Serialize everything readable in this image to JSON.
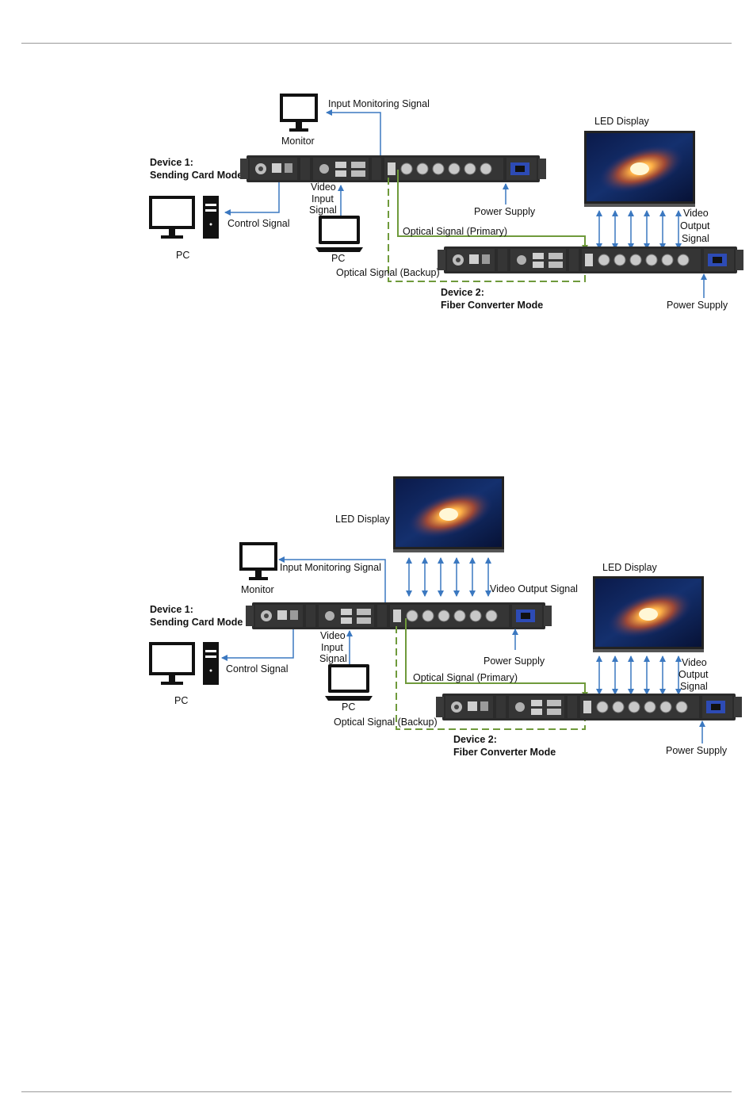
{
  "diagrams": [
    {
      "monitor": "Monitor",
      "input_monitoring": "Input Monitoring Signal",
      "device1_line1": "Device 1:",
      "device1_line2": "Sending Card Mode",
      "pc1": "PC",
      "control_signal": "Control Signal",
      "video_input": [
        "Video",
        "Input",
        "Signal"
      ],
      "pc2": "PC",
      "power_supply_1": "Power Supply",
      "led_display": "LED Display",
      "video_output": [
        "Video",
        "Output",
        "Signal"
      ],
      "optical_primary": "Optical Signal (Primary)",
      "optical_backup": "Optical Signal (Backup)",
      "device2_line1": "Device 2:",
      "device2_line2": "Fiber Converter Mode",
      "power_supply_2": "Power Supply"
    },
    {
      "led_display_top": "LED Display",
      "monitor": "Monitor",
      "input_monitoring": "Input Monitoring Signal",
      "video_output_signal": "Video Output Signal",
      "led_display_right": "LED Display",
      "device1_line1": "Device 1:",
      "device1_line2": "Sending Card Mode",
      "video_input": [
        "Video",
        "Input",
        "Signal"
      ],
      "pc1": "PC",
      "control_signal": "Control Signal",
      "power_supply_1": "Power Supply",
      "video_output": [
        "Video",
        "Output",
        "Signal"
      ],
      "optical_primary": "Optical Signal (Primary)",
      "pc2": "PC",
      "optical_backup": "Optical Signal (Backup)",
      "device2_line1": "Device 2:",
      "device2_line2": "Fiber Converter Mode",
      "power_supply_2": "Power Supply"
    }
  ],
  "colors": {
    "signal_blue": "#3b78c0",
    "optical_green": "#6f9a3b",
    "device_dark": "#2b2b2b"
  }
}
